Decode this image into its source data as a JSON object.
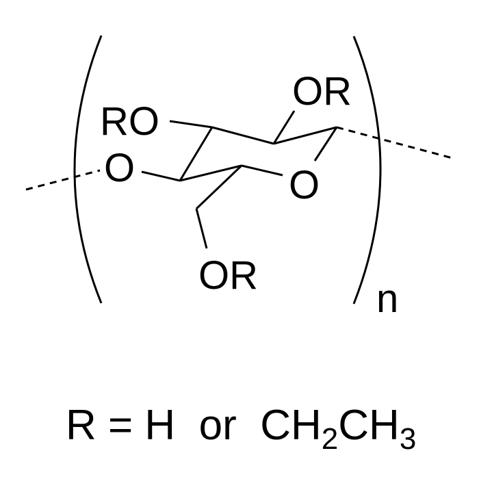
{
  "diagram": {
    "type": "chemical-structure",
    "subject": "ethyl cellulose repeating unit",
    "labels": {
      "top_right_substituent": "OR",
      "top_left_substituent": "RO",
      "glycosidic_oxygen": "O",
      "ring_oxygen": "O",
      "bottom_substituent": "OR",
      "repeat_subscript": "n"
    },
    "legend": {
      "prefix": "R = H  or  CH",
      "sub1": "2",
      "middle": "CH",
      "sub2": "3"
    },
    "colors": {
      "stroke": "#000000",
      "background": "#ffffff"
    }
  }
}
